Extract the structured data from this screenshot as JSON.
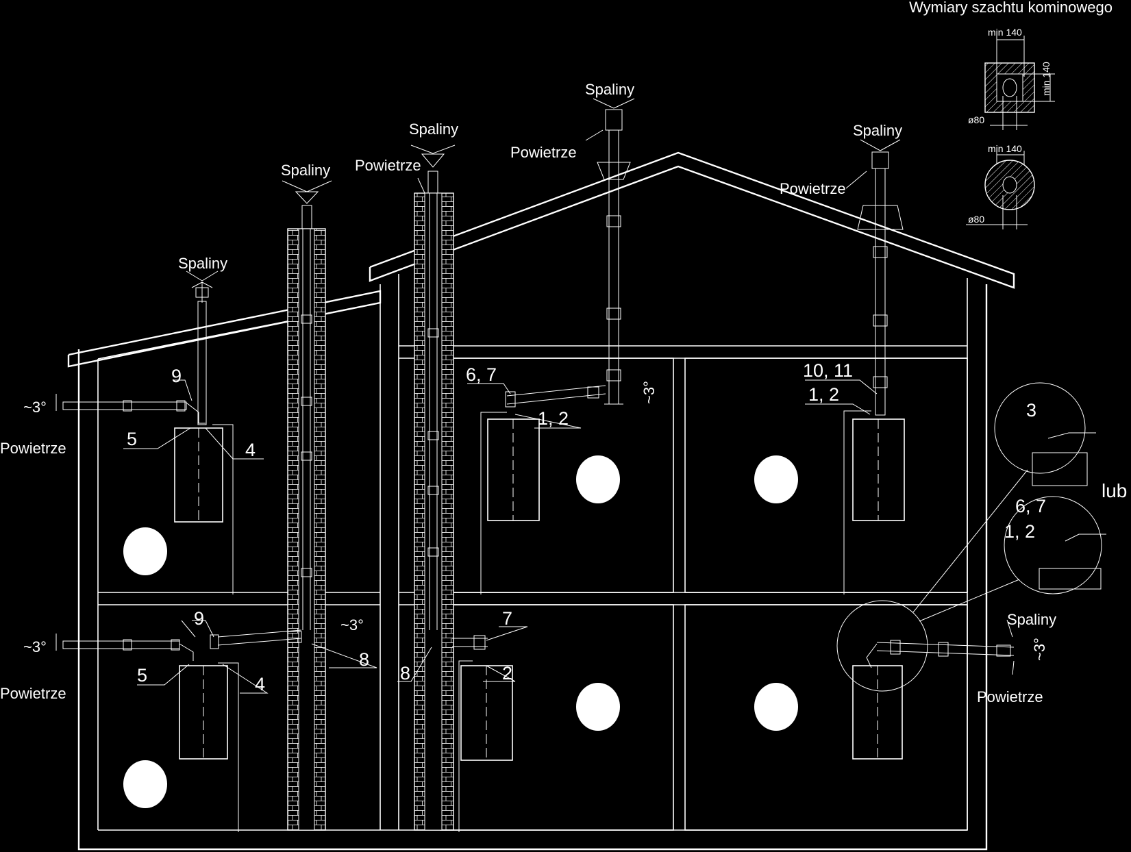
{
  "title": "Wymiary szachtu kominowego",
  "labels": {
    "exhaust": "Spaliny",
    "air": "Powietrze",
    "slope": "~3°",
    "or": "lub",
    "dim_min": "min 140",
    "dim_dia": "ø80"
  },
  "callouts": {
    "n9": "9",
    "n5": "5",
    "n4": "4",
    "n67": "6, 7",
    "n12": "1, 2",
    "n1011": "10, 11",
    "n3": "3",
    "n7": "7",
    "n2": "2",
    "n8": "8"
  }
}
